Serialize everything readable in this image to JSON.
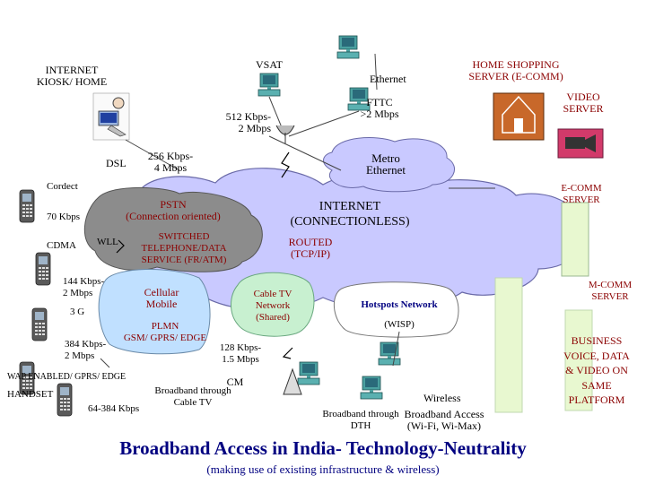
{
  "title": "Broadband Access in India- Technology-Neutrality",
  "subtitle": "(making use of existing infrastructure & wireless)",
  "labels": {
    "vsat": "VSAT",
    "internet_kiosk": "INTERNET\nKIOSK/ HOME",
    "ethernet": "Ethernet",
    "home_shopping": "HOME SHOPPING\nSERVER (E-COMM)",
    "video_server": "VIDEO\nSERVER",
    "fttc": "FTTC\n>2 Mbps",
    "rate_512": "512 Kbps-\n2 Mbps",
    "dsl": "DSL",
    "rate_256": "256 Kbps-\n4 Mbps",
    "metro_ethernet": "Metro\nEthernet",
    "cordect": "Cordect",
    "ecomm_server": "E-COMM\nSERVER",
    "rate_70": "70 Kbps",
    "pstn": "PSTN\n(Connection oriented)",
    "internet": "INTERNET\n(CONNECTIONLESS)",
    "cdma": "CDMA",
    "wll": "WLL",
    "switched": "SWITCHED\nTELEPHONE/DATA\nSERVICE (FR/ATM)",
    "routed": "ROUTED\n(TCP/IP)",
    "rate_144": "144 Kbps-\n2 Mbps",
    "cellular": "Cellular\nMobile",
    "cable_tv_network": "Cable TV\nNetwork\n(Shared)",
    "hotspots": "Hotspots Network",
    "mcomm_server": "M-COMM\nSERVER",
    "three_g": "3 G",
    "plmn": "PLMN\nGSM/ GPRS/ EDGE",
    "wisp": "(WISP)",
    "business": "BUSINESS\nVOICE, DATA\n& VIDEO ON\nSAME\nPLATFORM",
    "rate_384": "384 Kbps-\n2 Mbps",
    "rate_128": "128 Kbps-\n1.5 Mbps",
    "wap": "WAP ENABLED/ GPRS/ EDGE",
    "cm": "CM",
    "handset": "HANDSET",
    "broadband_cable": "Broadband through\nCable TV",
    "wireless": "Wireless",
    "broadband_dth": "Broadband through\nDTH",
    "broadband_access": "Broadband Access\n(Wi-Fi, Wi-Max)",
    "rate_64": "64-384 Kbps"
  },
  "colors": {
    "cloud": "#c9c9ff",
    "cloud_stroke": "#6a6aa8",
    "pstn": "#8c8c8c",
    "cellular": "#c0e0ff",
    "cabletv": "#c8f0d0",
    "hotspots": "#ffffff",
    "server": "#e8f8d0",
    "server_dark": "#b6d8a0",
    "title": "#000080",
    "red_text": "#8b0000",
    "house": "#c8682a",
    "video_bg": "#d23a6a",
    "monitor": "#4aa0a0",
    "monitor_screen": "#2a6a7a"
  }
}
